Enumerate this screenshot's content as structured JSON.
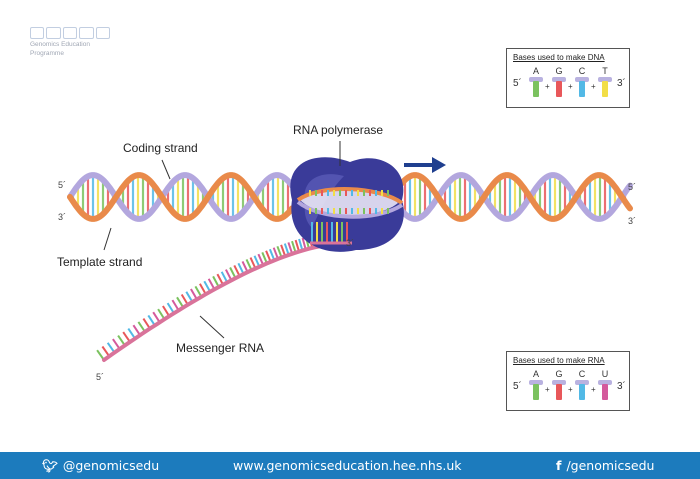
{
  "logo": {
    "text_line1": "Genomics Education",
    "text_line2": "Programme"
  },
  "labels": {
    "coding_strand": "Coding strand",
    "template_strand": "Template strand",
    "rna_polymerase": "RNA polymerase",
    "messenger_rna": "Messenger RNA"
  },
  "ends": {
    "five_prime": "5´",
    "three_prime": "3´"
  },
  "dna_bases_box": {
    "title": "Bases used to make DNA",
    "left_end": "5´",
    "right_end": "3´",
    "bases": [
      {
        "letter": "A",
        "color": "#7bc25f"
      },
      {
        "letter": "G",
        "color": "#e8575a"
      },
      {
        "letter": "C",
        "color": "#52b9e6"
      },
      {
        "letter": "T",
        "color": "#f2de47"
      }
    ]
  },
  "rna_bases_box": {
    "title": "Bases used to make RNA",
    "left_end": "5´",
    "right_end": "3´",
    "bases": [
      {
        "letter": "A",
        "color": "#7bc25f"
      },
      {
        "letter": "G",
        "color": "#e8575a"
      },
      {
        "letter": "C",
        "color": "#52b9e6"
      },
      {
        "letter": "U",
        "color": "#d45a9c"
      }
    ]
  },
  "footer": {
    "twitter_handle": "@genomicsedu",
    "website": "www.genomicseducation.hee.nhs.uk",
    "facebook_handle": "/genomicsedu"
  },
  "colors": {
    "helix_orange": "#e98a4a",
    "helix_lavender": "#b3a7de",
    "polymerase": "#3a3b99",
    "mrna": "#d9739a",
    "arrow": "#1f3f8f",
    "footer": "#1c7bbd"
  }
}
